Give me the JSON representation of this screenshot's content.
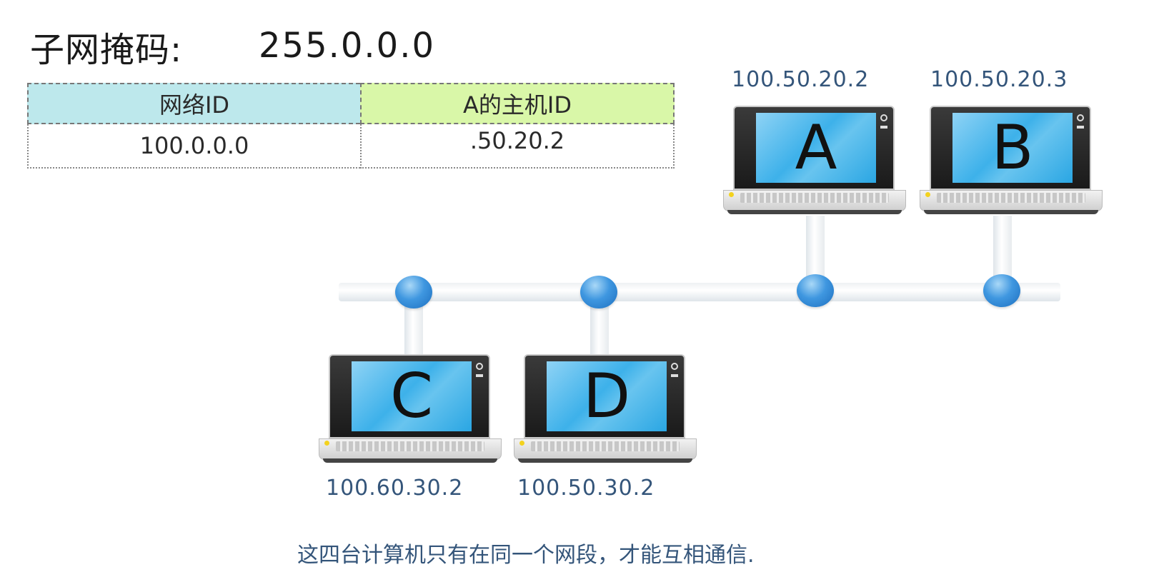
{
  "header": {
    "subnet_label": "子网掩码:",
    "subnet_value": "255.0.0.0"
  },
  "id_table": {
    "network_id_header": "网络ID",
    "host_id_header": "A的主机ID",
    "network_id_value": "100.0.0.0",
    "host_id_value": ".50.20.2"
  },
  "computers": {
    "a": {
      "label": "A",
      "ip": "100.50.20.2"
    },
    "b": {
      "label": "B",
      "ip": "100.50.20.3"
    },
    "c": {
      "label": "C",
      "ip": "100.60.30.2"
    },
    "d": {
      "label": "D",
      "ip": "100.50.30.2"
    }
  },
  "caption": "这四台计算机只有在同一个网段，才能互相通信.",
  "colors": {
    "network_header_bg": "#bde8ec",
    "host_header_bg": "#d9f7a8",
    "ip_text": "#34557a",
    "node_blue": "#3f97e0",
    "screen_blue": "#3db1ea"
  }
}
